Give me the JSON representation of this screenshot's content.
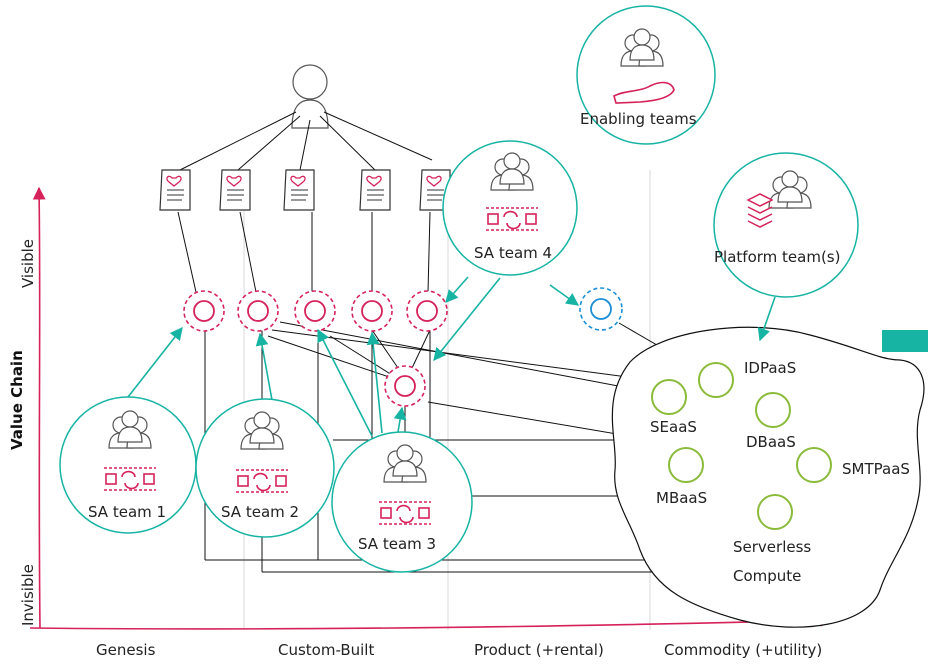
{
  "axes": {
    "y_title": "Value Chain",
    "y_top": "Visible",
    "y_bottom": "Invisible",
    "x_stages": [
      "Genesis",
      "Custom-Built",
      "Product (+rental)",
      "Commodity (+utility)"
    ]
  },
  "teams": {
    "sa1": "SA team 1",
    "sa2": "SA team 2",
    "sa3": "SA team 3",
    "sa4": "SA team 4",
    "enabling": "Enabling teams",
    "platform": "Platform team(s)"
  },
  "platform_services": {
    "idpaas": "IDPaaS",
    "seaas": "SEaaS",
    "dbaas": "DBaaS",
    "smtpaas": "SMTPaaS",
    "mbaas": "MBaaS",
    "serverless_line1": "Serverless",
    "serverless_line2": "Compute"
  },
  "colors": {
    "team_border": "#17b3a3",
    "accent_pink": "#d6225a",
    "service_green": "#8bbb3b",
    "new_component_blue": "#1a8fd6",
    "teal_block": "#17b3a3"
  },
  "icons": [
    "user-icon",
    "document-heart-icon",
    "team-icon",
    "flow-icon",
    "helping-hand-icon",
    "layers-icon"
  ]
}
